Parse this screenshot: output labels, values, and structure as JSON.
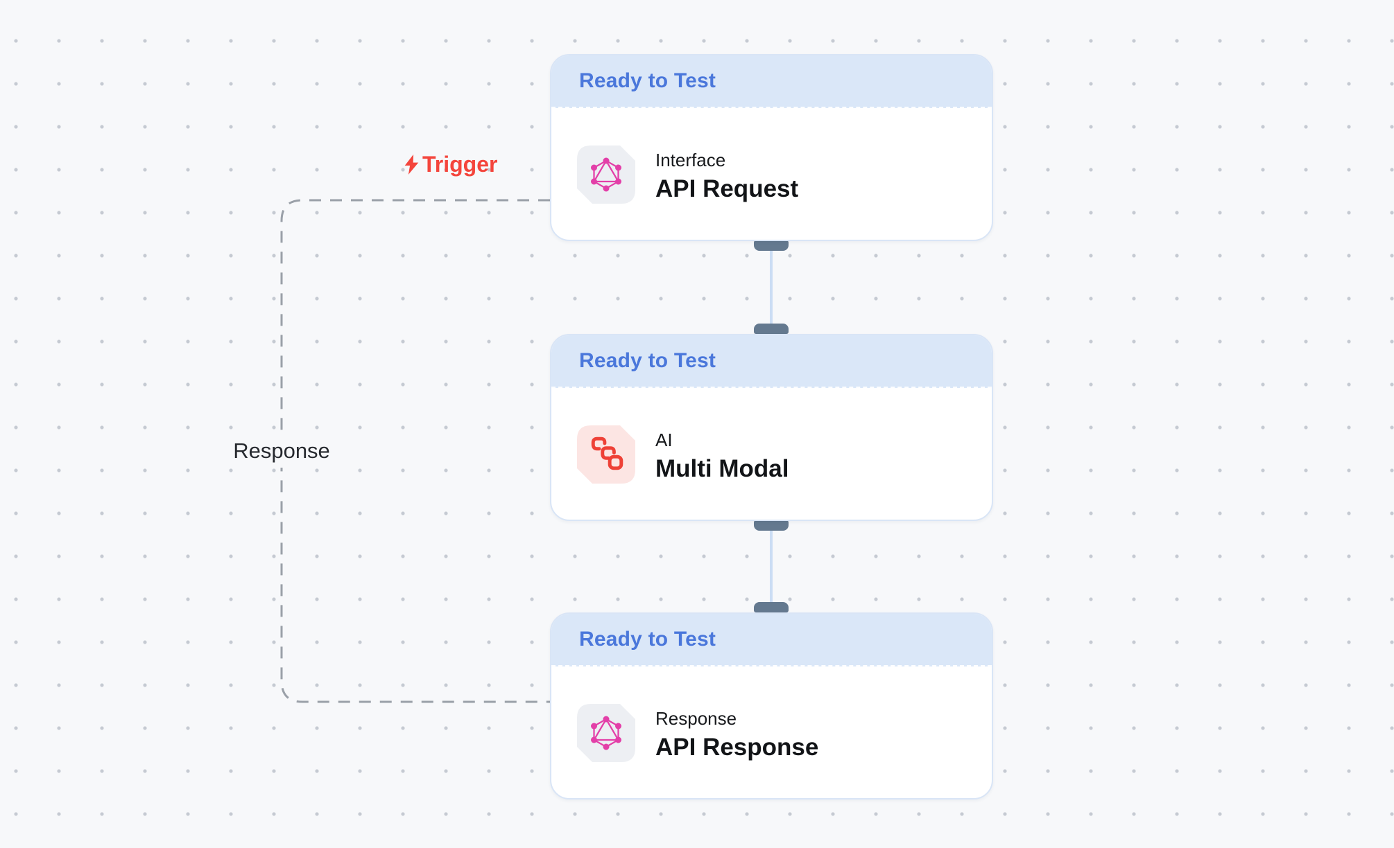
{
  "canvas": {
    "type": "workflow-editor",
    "background": "#F7F8FA",
    "grid_dot_color": "#C5CAD2"
  },
  "colors": {
    "card_border": "#D9E5F6",
    "card_header_bg": "#DAE7F8",
    "card_header_text": "#4A77DB",
    "card_body_bg": "#FFFFFF",
    "text_primary": "#17191C",
    "connector_pill": "#64798F",
    "connector_line": "#CBDDF4",
    "edge_dash": "#9AA0A8",
    "trigger_red": "#F4453C",
    "graphql_pink": "#E33FA8",
    "graphql_plate_bg": "#EDEFF3",
    "multimodal_red": "#EE4137",
    "multimodal_plate_bg": "#FCE5E3"
  },
  "edge": {
    "trigger_label": "Trigger",
    "response_label": "Response"
  },
  "nodes": [
    {
      "status": "Ready to Test",
      "category": "Interface",
      "title": "API Request",
      "icon": "graphql-icon"
    },
    {
      "status": "Ready to Test",
      "category": "AI",
      "title": "Multi Modal",
      "icon": "multimodal-icon"
    },
    {
      "status": "Ready to Test",
      "category": "Response",
      "title": "API Response",
      "icon": "graphql-icon"
    }
  ]
}
